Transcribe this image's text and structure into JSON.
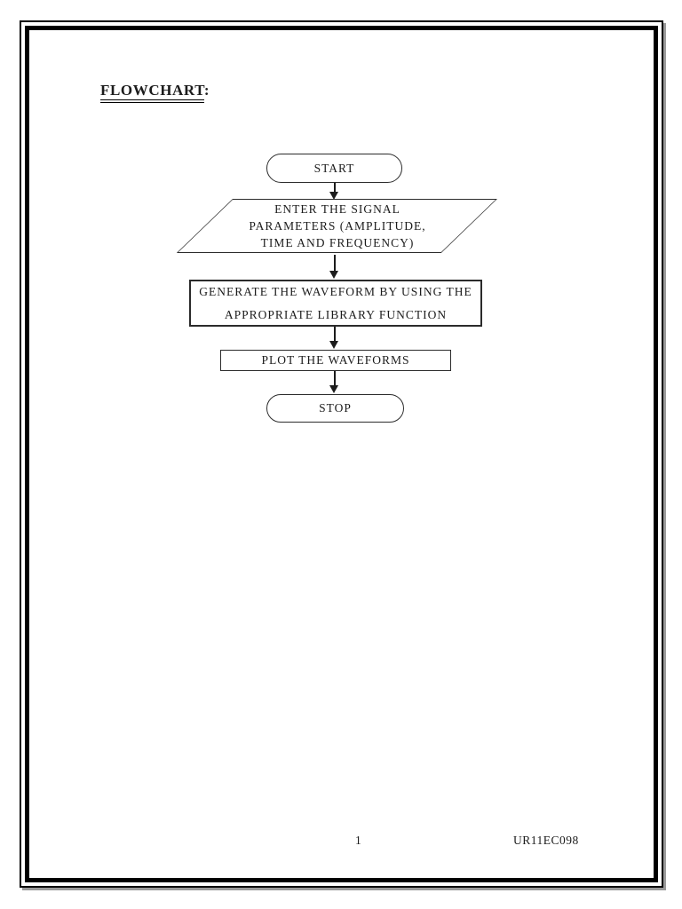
{
  "document": {
    "title": {
      "text": "FLOWCHART",
      "suffix": ":"
    },
    "footer": {
      "page_number": "1",
      "doc_code": "UR11EC098"
    }
  },
  "flowchart": {
    "nodes": [
      {
        "id": "start",
        "type": "terminator",
        "label": "START"
      },
      {
        "id": "enter-signal-parameters",
        "type": "input-output",
        "lines": [
          "ENTER THE SIGNAL",
          "PARAMETERS (AMPLITUDE,",
          "TIME AND FREQUENCY)"
        ]
      },
      {
        "id": "generate-waveform",
        "type": "process",
        "lines": [
          "GENERATE THE WAVEFORM BY USING THE",
          "APPROPRIATE LIBRARY FUNCTION"
        ]
      },
      {
        "id": "plot-waveforms",
        "type": "process",
        "label": "PLOT THE WAVEFORMS"
      },
      {
        "id": "stop",
        "type": "terminator",
        "label": "STOP"
      }
    ],
    "connectors": [
      {
        "from": "start",
        "to": "enter-signal-parameters",
        "direction": "down"
      },
      {
        "from": "enter-signal-parameters",
        "to": "generate-waveform",
        "direction": "down"
      },
      {
        "from": "generate-waveform",
        "to": "plot-waveforms",
        "direction": "down"
      },
      {
        "from": "plot-waveforms",
        "to": "stop",
        "direction": "down"
      }
    ],
    "colors": {
      "stroke": "#2b2b2b",
      "text": "#1c1c1c",
      "page_border": "#000000",
      "background": "#ffffff"
    }
  }
}
